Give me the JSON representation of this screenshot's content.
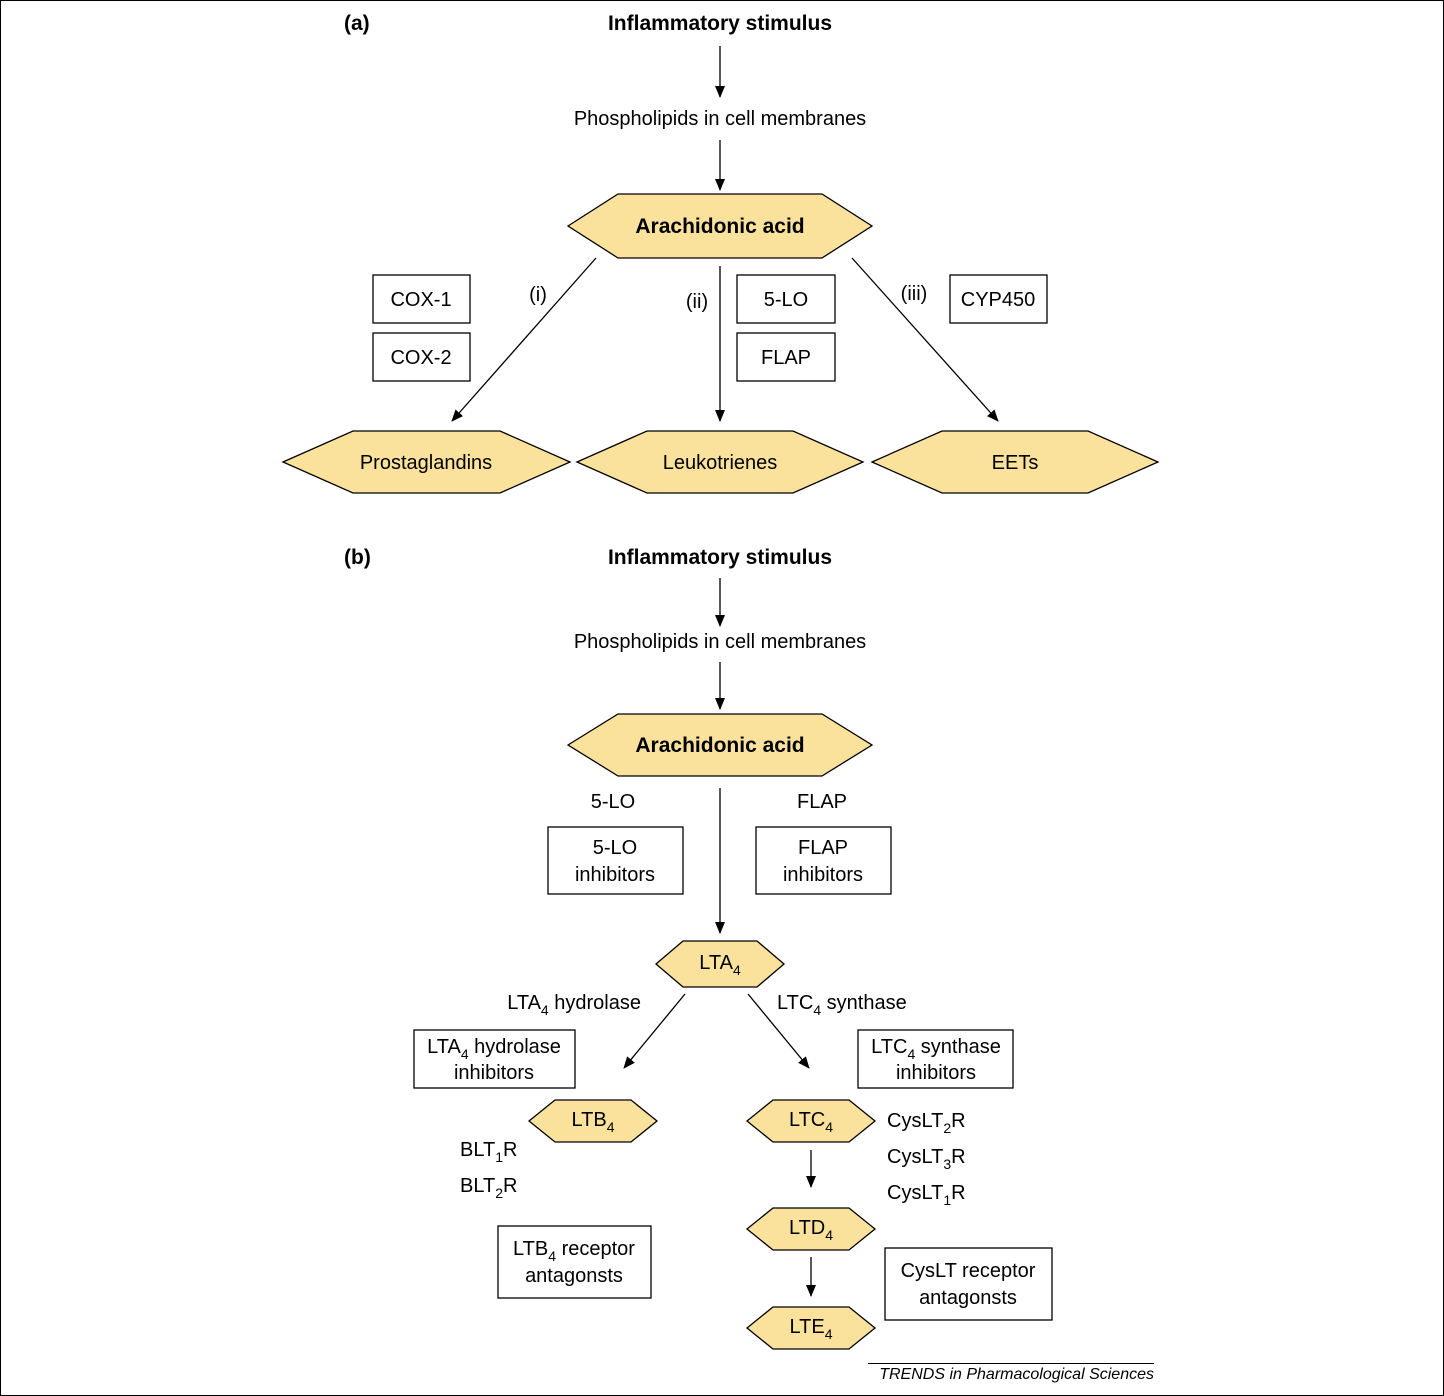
{
  "panel_a": {
    "label": "(a)",
    "stimulus": "Inflammatory stimulus",
    "phospholipids": "Phospholipids in cell membranes",
    "arachidonic": "Arachidonic acid",
    "pathways": {
      "i": "(i)",
      "ii": "(ii)",
      "iii": "(iii)"
    },
    "enzymes": {
      "cox1": "COX-1",
      "cox2": "COX-2",
      "lo5": "5-LO",
      "flap": "FLAP",
      "cyp450": "CYP450"
    },
    "products": {
      "prostaglandins": "Prostaglandins",
      "leukotrienes": "Leukotrienes",
      "eets": "EETs"
    }
  },
  "panel_b": {
    "label": "(b)",
    "stimulus": "Inflammatory stimulus",
    "phospholipids": "Phospholipids in cell membranes",
    "arachidonic": "Arachidonic acid",
    "enzyme_5lo": "5-LO",
    "enzyme_flap": "FLAP",
    "inhibitors_5lo": [
      "5-LO",
      "inhibitors"
    ],
    "inhibitors_flap": [
      "FLAP",
      "inhibitors"
    ],
    "lta4": {
      "main": "LTA",
      "sub": "4"
    },
    "lta4_hydrolase": {
      "pre": "LTA",
      "sub": "4",
      "post": " hydrolase"
    },
    "ltc4_synthase": {
      "pre": "LTC",
      "sub": "4",
      "post": " synthase"
    },
    "lta4_hydrolase_inhibitors": {
      "pre": "LTA",
      "sub": "4",
      "post": " hydrolase",
      "line2": "inhibitors"
    },
    "ltc4_synthase_inhibitors": {
      "pre": "LTC",
      "sub": "4",
      "post": " synthase",
      "line2": "inhibitors"
    },
    "ltb4": {
      "main": "LTB",
      "sub": "4"
    },
    "ltc4": {
      "main": "LTC",
      "sub": "4"
    },
    "ltd4": {
      "main": "LTD",
      "sub": "4"
    },
    "lte4": {
      "main": "LTE",
      "sub": "4"
    },
    "blt_receptors": [
      {
        "pre": "BLT",
        "sub": "1",
        "post": "R"
      },
      {
        "pre": "BLT",
        "sub": "2",
        "post": "R"
      }
    ],
    "cyslt_receptors": [
      {
        "pre": "CysLT",
        "sub": "2",
        "post": "R"
      },
      {
        "pre": "CysLT",
        "sub": "3",
        "post": "R"
      },
      {
        "pre": "CysLT",
        "sub": "1",
        "post": "R"
      }
    ],
    "ltb4_antagonists": {
      "pre": "LTB",
      "sub": "4",
      "post": " receptor",
      "line2": "antagonsts"
    },
    "cyslt_antagonists": [
      "CysLT receptor",
      "antagonsts"
    ]
  },
  "footer": "TRENDS in Pharmacological Sciences"
}
